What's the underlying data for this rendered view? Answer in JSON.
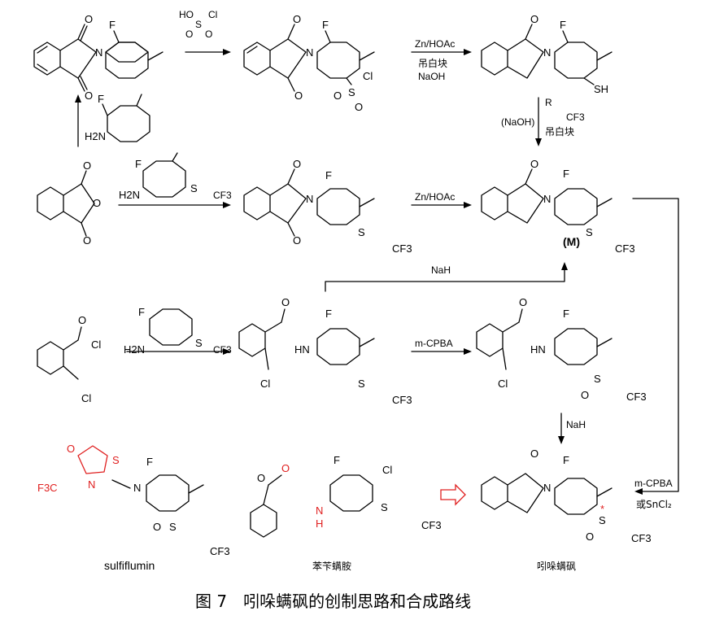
{
  "caption": "图 7　吲哚螨砜的创制思路和合成路线",
  "reagents": {
    "chlorosulfonic": "HOSO2Cl",
    "zn1": "Zn/HOAc",
    "alt1": "吊白块",
    "alt1b": "NaOH",
    "alkyl": "R—CF3",
    "naoh2": "(NaOH)",
    "alt2": "吊白块",
    "zn2": "Zn/HOAc",
    "nah1": "NaH",
    "mcpba1": "m-CPBA",
    "nah2": "NaH",
    "mcpba2": "m-CPBA",
    "or_sncl2": "或SnCl₂"
  },
  "labels": {
    "M": "(M)",
    "sulfiflumin": "sulfiflumin",
    "benzylamine": "苯苄螨胺",
    "target": "吲哚螨砜"
  },
  "atoms": {
    "F": "F",
    "Cl": "Cl",
    "O": "O",
    "N": "N",
    "SH": "SH",
    "S": "S",
    "CF3": "CF3",
    "H2N": "H2N",
    "HN": "HN",
    "H": "H",
    "star": "*"
  }
}
